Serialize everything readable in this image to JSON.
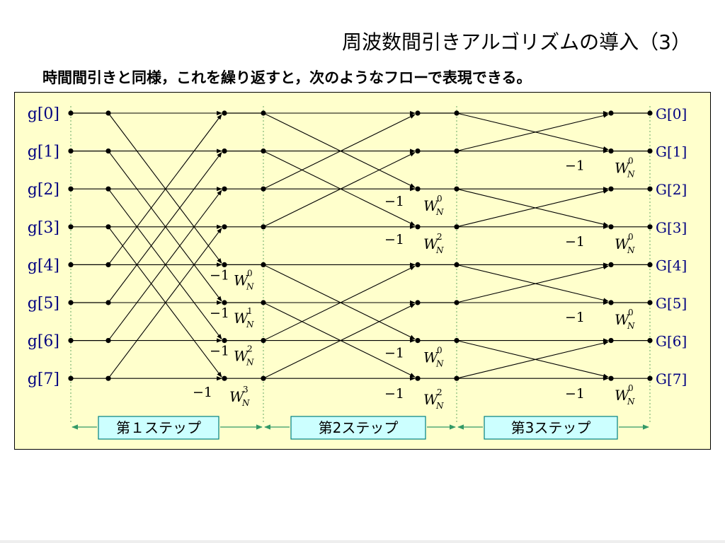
{
  "slide": {
    "title": "周波数間引きアルゴリズムの導入（3）",
    "subtitle": "時間間引きと同様，これを繰り返すと，次のようなフローで表現できる。"
  },
  "inputs": [
    "g[0]",
    "g[1]",
    "g[2]",
    "g[3]",
    "g[4]",
    "g[5]",
    "g[6]",
    "g[7]"
  ],
  "outputs": [
    "G[0]",
    "G[1]",
    "G[2]",
    "G[3]",
    "G[4]",
    "G[5]",
    "G[6]",
    "G[7]"
  ],
  "minus_one": "−1",
  "twiddle_base": "W",
  "twiddle_sub": "N",
  "stage1": {
    "minus_rows": [
      4,
      5,
      6,
      7
    ],
    "twiddles": [
      {
        "row": 4,
        "exp": "0"
      },
      {
        "row": 5,
        "exp": "1"
      },
      {
        "row": 6,
        "exp": "2"
      },
      {
        "row": 7,
        "exp": "3"
      }
    ]
  },
  "stage2": {
    "minus_rows": [
      2,
      3,
      6,
      7
    ],
    "twiddles": [
      {
        "row": 2,
        "exp": "0"
      },
      {
        "row": 3,
        "exp": "2"
      },
      {
        "row": 6,
        "exp": "0"
      },
      {
        "row": 7,
        "exp": "2"
      }
    ]
  },
  "stage3": {
    "minus_rows": [
      1,
      3,
      5,
      7
    ],
    "twiddles": [
      {
        "row": 1,
        "exp": "0"
      },
      {
        "row": 3,
        "exp": "0"
      },
      {
        "row": 5,
        "exp": "0"
      },
      {
        "row": 7,
        "exp": "0"
      }
    ]
  },
  "steps": [
    "第１ステップ",
    "第2ステップ",
    "第3ステップ"
  ],
  "colors": {
    "panel_bg": "#ffffcc",
    "label_blue": "#000080",
    "step_box_bg": "#ccffff",
    "step_box_border": "#008080",
    "arrow_green": "#339966",
    "guide_green": "#66aa66"
  }
}
